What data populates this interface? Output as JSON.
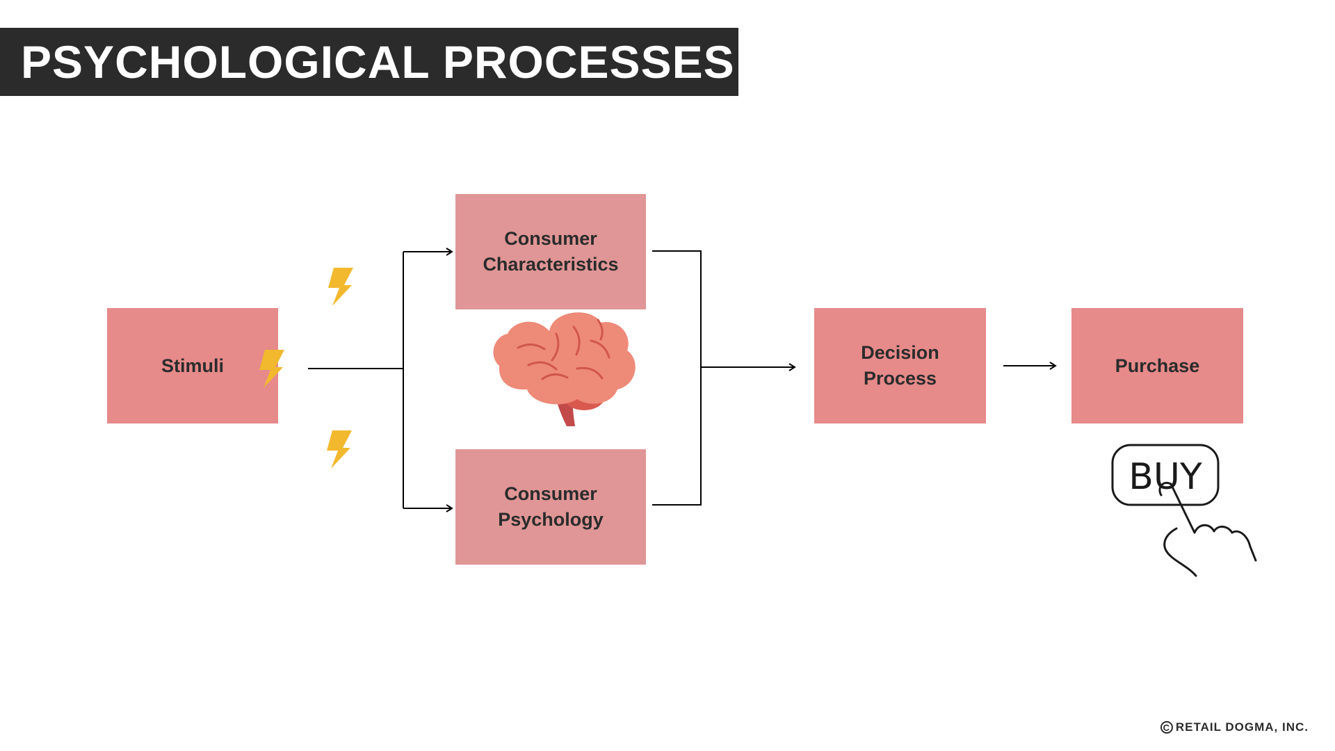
{
  "title": "PSYCHOLOGICAL PROCESSES",
  "nodes": {
    "stimuli": "Stimuli",
    "characteristics": "Consumer\nCharacteristics",
    "psychology": "Consumer\nPsychology",
    "decision": "Decision\nProcess",
    "purchase": "Purchase"
  },
  "buy_button_label": "BUY",
  "copyright": "RETAIL DOGMA, INC.",
  "colors": {
    "title_bar": "#2b2b2b",
    "node_fill": "#e68a8a",
    "node_fill_alt": "#e09696",
    "lightning": "#f2b92e",
    "brain": "#ee8a78"
  },
  "icons": [
    "lightning-icon",
    "brain-icon",
    "buy-hand-icon",
    "copyright-icon"
  ]
}
